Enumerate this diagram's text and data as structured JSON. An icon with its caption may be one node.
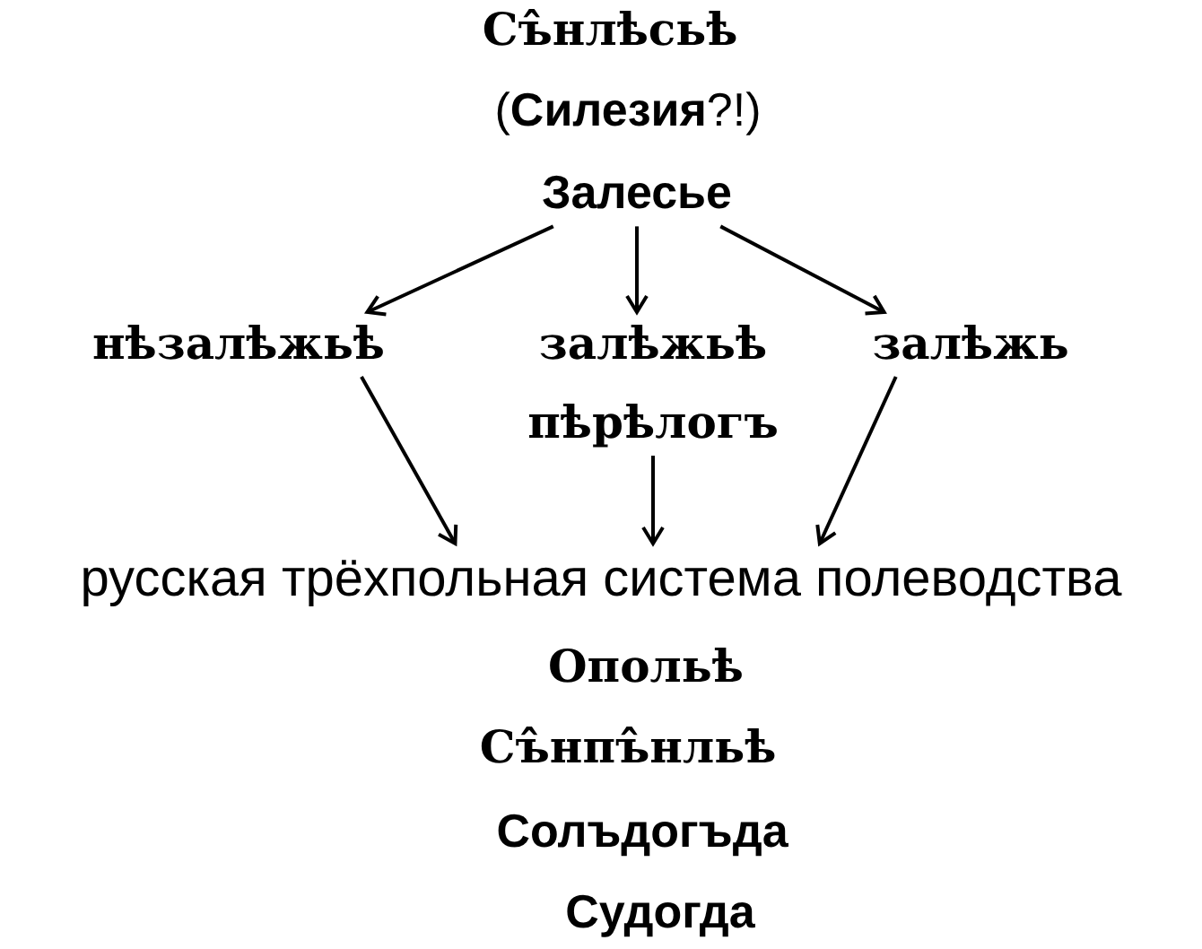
{
  "diagram": {
    "nodes": [
      {
        "text": [
          "Залесье"
        ]
      },
      {
        "text": [
          "нѣзалѣжьѣ"
        ]
      },
      {
        "text": [
          "залѣжьѣ",
          "пѣрѣлогъ"
        ]
      },
      {
        "text": [
          "залѣжь"
        ]
      },
      {
        "text": [
          "русская трёхпольная система полеводства"
        ]
      }
    ],
    "edges": [
      {
        "from": 0,
        "to": 1,
        "arrow": "to"
      },
      {
        "from": 0,
        "to": 2,
        "arrow": "to"
      },
      {
        "from": 0,
        "to": 3,
        "arrow": "to"
      },
      {
        "from": 1,
        "to": 4,
        "arrow": "to"
      },
      {
        "from": 2,
        "to": 4,
        "arrow": "to"
      },
      {
        "from": 3,
        "to": 4,
        "arrow": "to"
      }
    ],
    "labels": [
      "Съ̂нлѣсьѣ",
      "(**Силезия**?!)",
      "Опольѣ",
      "Съ̂нпъ̂нльѣ",
      "Солъдогъда",
      "Судогда"
    ]
  }
}
